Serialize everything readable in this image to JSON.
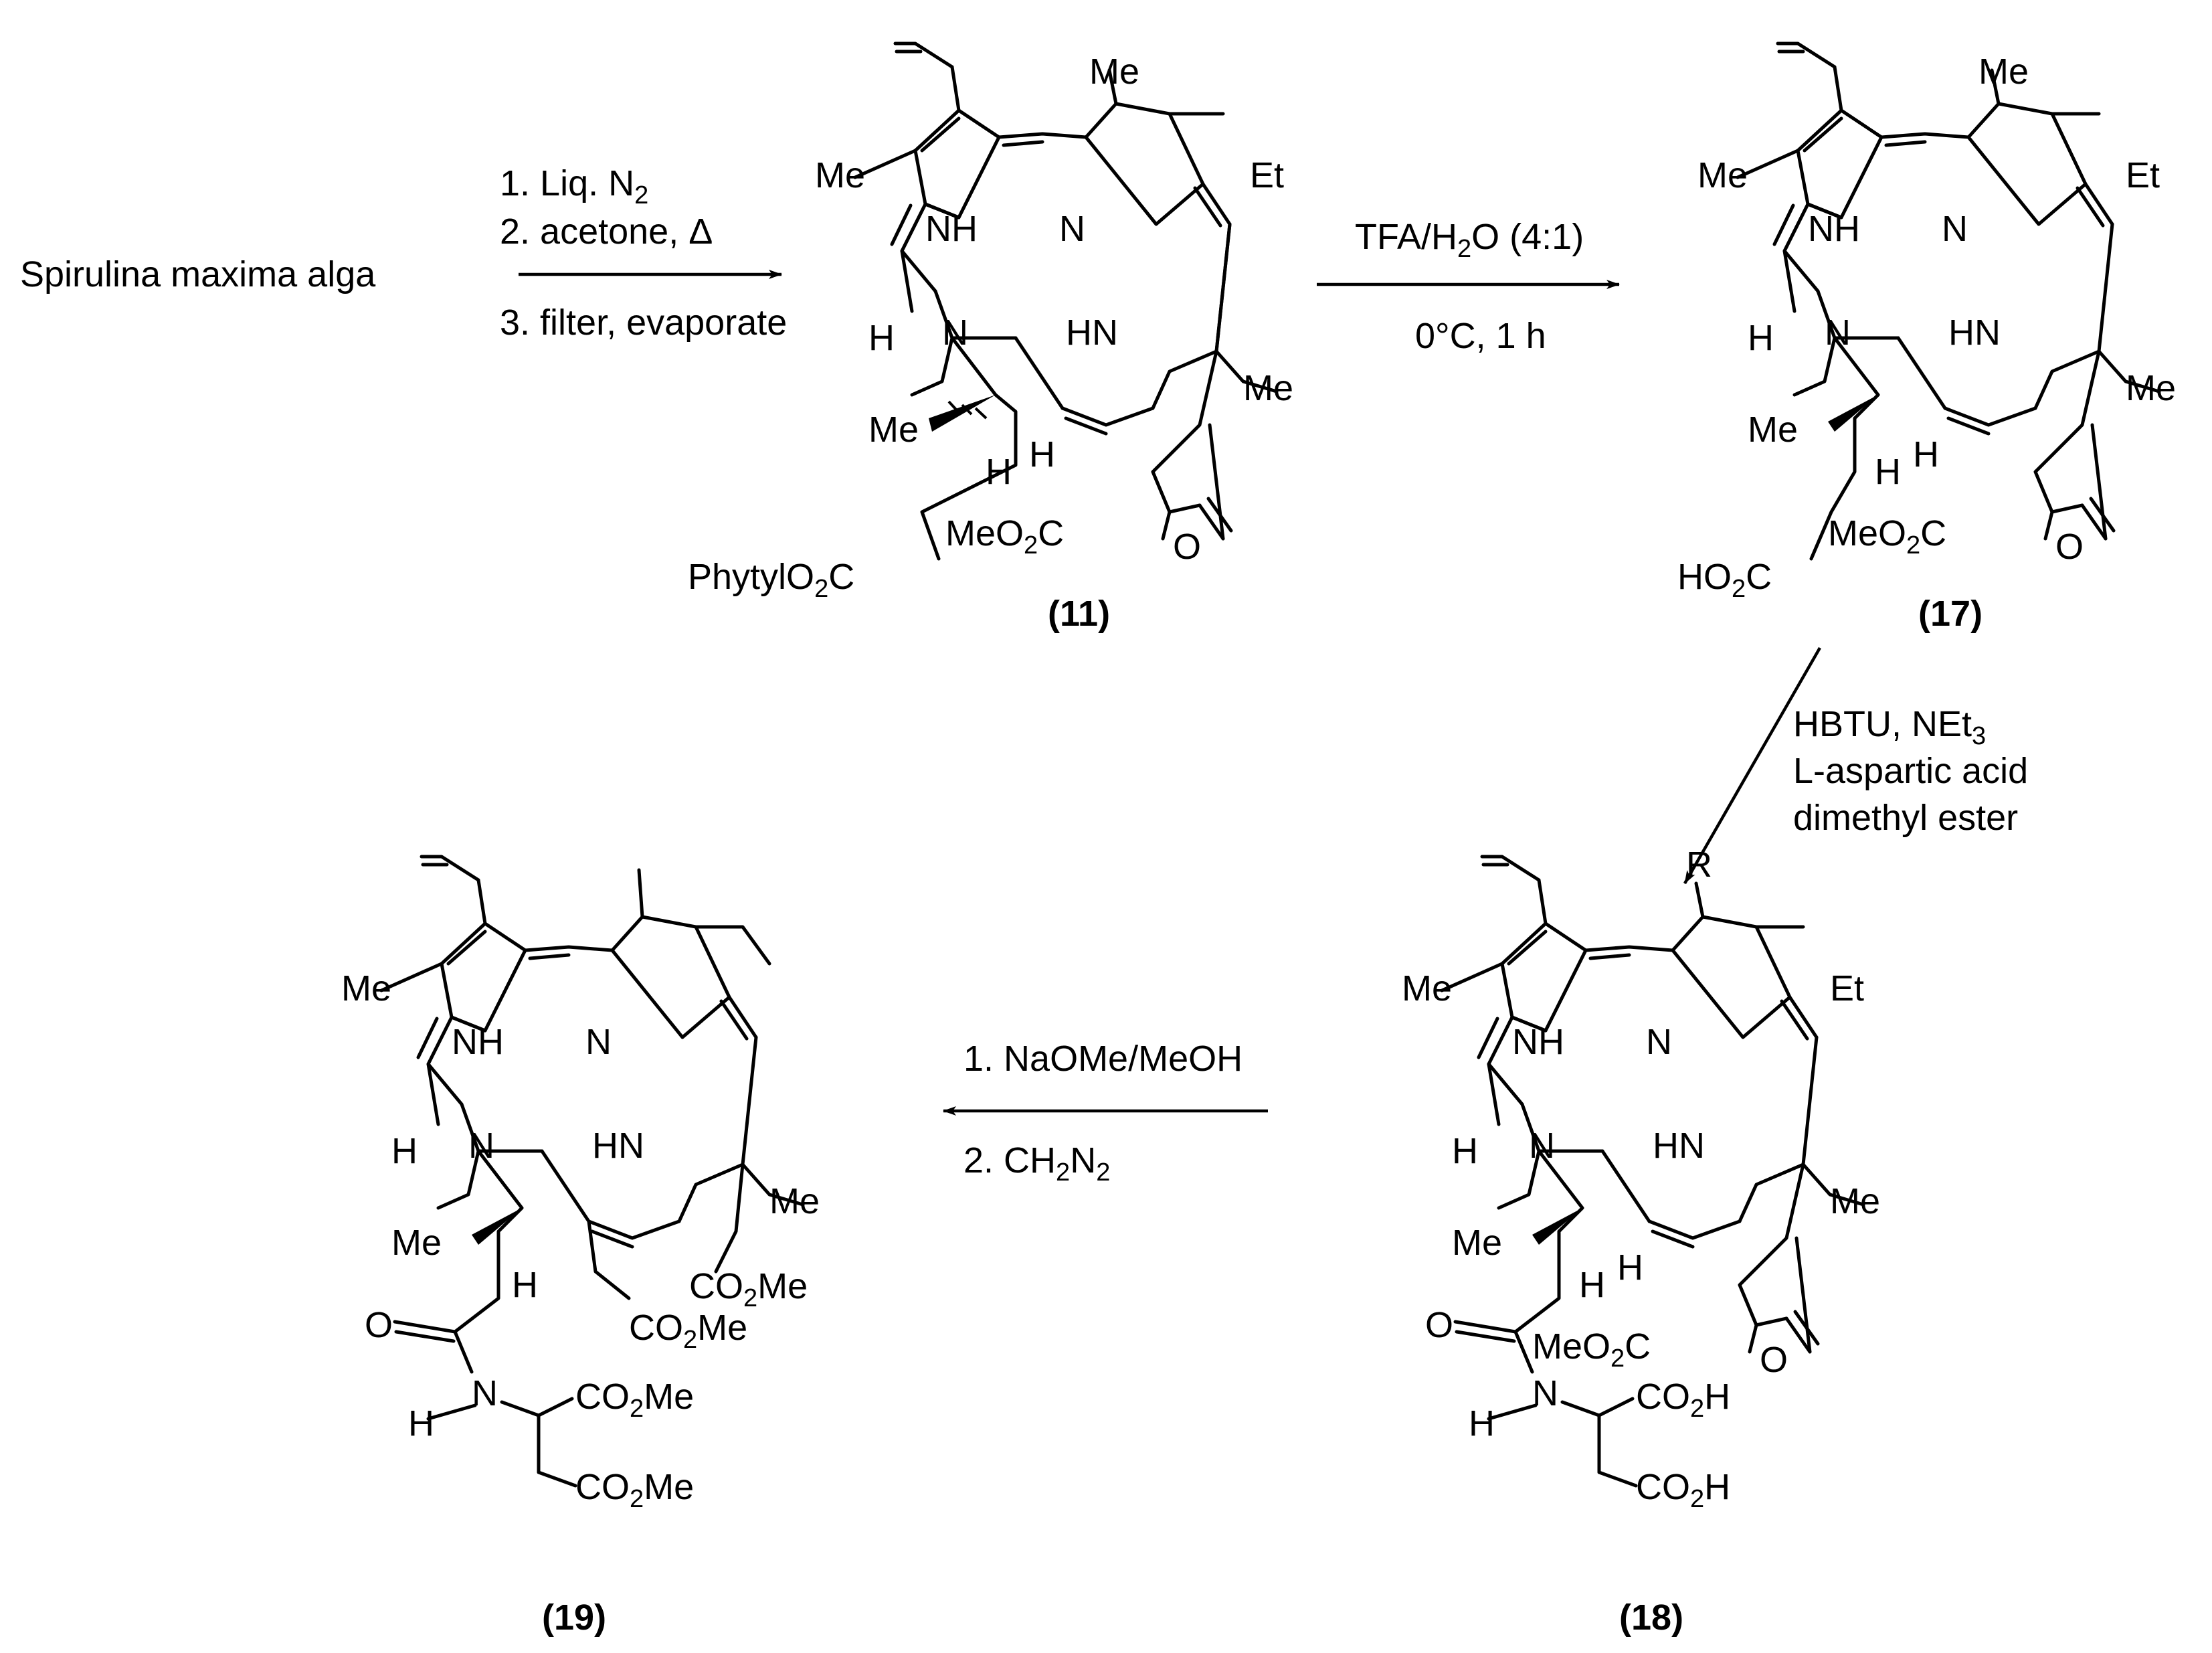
{
  "start": {
    "name": "Spirulina maxima",
    "suffix": " alga"
  },
  "steps": {
    "s1": {
      "line1": "1. Liq. N",
      "line1_sub": "2",
      "line2": "2. acetone, Δ",
      "line3": "3. filter, evaporate"
    },
    "s2": {
      "above_a": "TFA/H",
      "above_sub": "2",
      "above_b": "O (4:1)",
      "below": "0°C, 1 h"
    },
    "s3": {
      "line1": "HBTU, NEt",
      "line1_sub": "3",
      "line2": "L-aspartic acid",
      "line3": "dimethyl ester"
    },
    "s4": {
      "line1": "1. NaOMe/MeOH",
      "line2_a": "2. CH",
      "line2_sub1": "2",
      "line2_b": "N",
      "line2_sub2": "2"
    }
  },
  "compounds": {
    "c11": {
      "number": "11"
    },
    "c17": {
      "number": "17"
    },
    "c18": {
      "number": "18"
    },
    "c19": {
      "number": "19"
    }
  },
  "labels": {
    "me": "Me",
    "et": "Et",
    "nh": "NH",
    "hn": "HN",
    "n": "N",
    "h": "H",
    "o": "O",
    "r": "R",
    "meo2c_a": "MeO",
    "meo2c_sub": "2",
    "meo2c_b": "C",
    "phytyl_a": "PhytylO",
    "phytyl_sub": "2",
    "phytyl_b": "C",
    "ho2c_a": "HO",
    "ho2c_sub": "2",
    "ho2c_b": "C",
    "co2h_a": "CO",
    "co2h_sub": "2",
    "co2h_b": "H",
    "co2me_a": "CO",
    "co2me_sub": "2",
    "co2me_b": "Me"
  }
}
